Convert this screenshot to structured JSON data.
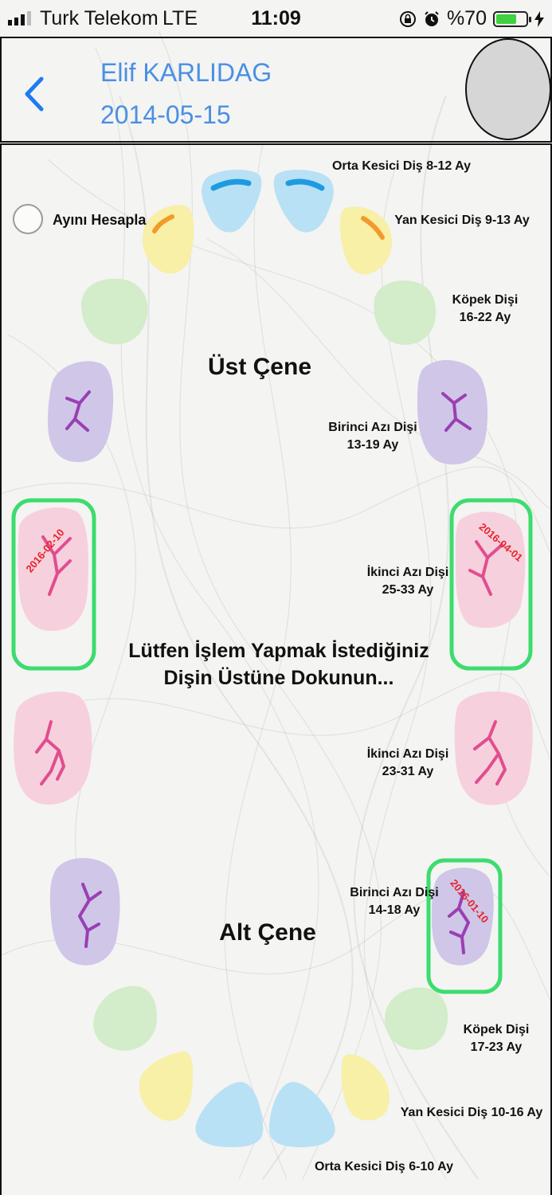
{
  "status_bar": {
    "carrier": "Turk Telekom",
    "network": "LTE",
    "time": "11:09",
    "battery_text": "%70",
    "battery_level": 0.7
  },
  "header": {
    "name": "Elif KARLIDAG",
    "date": "2014-05-15"
  },
  "ayini_hesapla": {
    "label": "Ayını Hesapla"
  },
  "upper_jaw": {
    "title": "Üst Çene"
  },
  "lower_jaw": {
    "title": "Alt Çene"
  },
  "instruction": {
    "line1": "Lütfen İşlem Yapmak İstediğiniz",
    "line2": "Dişin Üstüne Dokunun..."
  },
  "tooth_labels": {
    "upper_central": "Orta Kesici Diş 8-12 Ay",
    "upper_lateral": "Yan Kesici Diş 9-13 Ay",
    "upper_canine_1": "Köpek Dişi",
    "upper_canine_2": "16-22 Ay",
    "upper_first_molar_1": "Birinci Azı Dişi",
    "upper_first_molar_2": "13-19 Ay",
    "upper_second_molar_1": "İkinci Azı Dişi",
    "upper_second_molar_2": "25-33 Ay",
    "lower_second_molar_1": "İkinci Azı Dişi",
    "lower_second_molar_2": "23-31 Ay",
    "lower_first_molar_1": "Birinci Azı Dişi",
    "lower_first_molar_2": "14-18 Ay",
    "lower_canine_1": "Köpek Dişi",
    "lower_canine_2": "17-23 Ay",
    "lower_lateral": "Yan Kesici Diş 10-16 Ay",
    "lower_central": "Orta Kesici Diş 6-10 Ay"
  },
  "tooth_dates": {
    "upper_second_molar_left": "2016-02-10",
    "upper_second_molar_right": "2016-04-01",
    "lower_first_molar_right": "2016-01-10"
  },
  "colors": {
    "central": "#b9e1f5",
    "central_mark": "#1e9be0",
    "lateral": "#f7f0a6",
    "lateral_mark": "#f39a2c",
    "canine": "#d3ecc9",
    "first_molar": "#cfc6e8",
    "first_molar_mark": "#9a3fb2",
    "second_molar": "#f7d0dd",
    "second_molar_mark": "#e04e8e",
    "selected_outline": "#3ddc6d",
    "date_text": "#e8232b",
    "header_text": "#4a90e2"
  }
}
